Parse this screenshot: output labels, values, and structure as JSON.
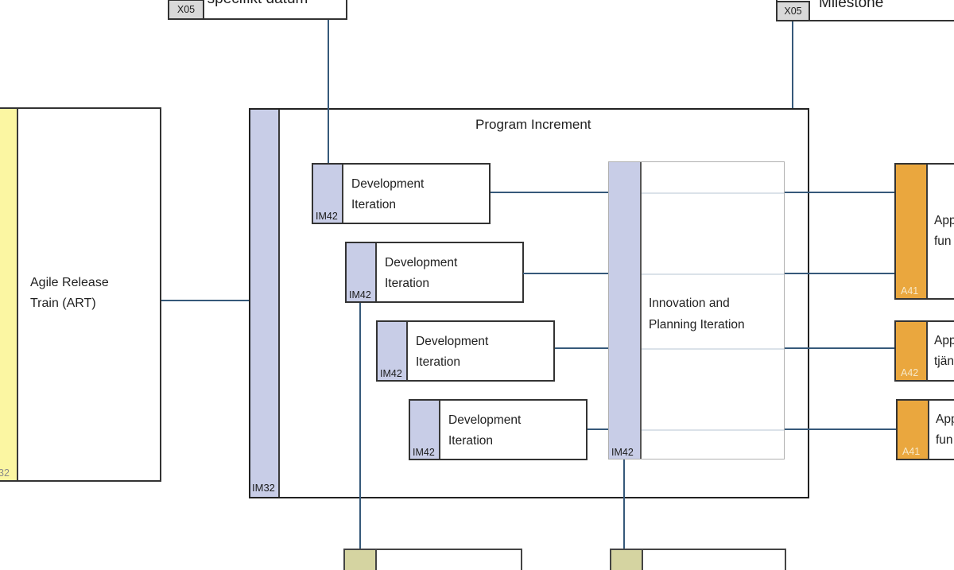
{
  "date_box": {
    "badge": "X05",
    "label": "specifikt datum"
  },
  "milestone_box": {
    "badge": "X05",
    "label": "Milestone"
  },
  "art": {
    "badge_partial": "32",
    "label": "Agile Release Train (ART)"
  },
  "program_increment": {
    "badge": "IM32",
    "title": "Program Increment"
  },
  "dev_iterations": [
    {
      "badge": "IM42",
      "label": "Development Iteration"
    },
    {
      "badge": "IM42",
      "label": "Development Iteration"
    },
    {
      "badge": "IM42",
      "label": "Development Iteration"
    },
    {
      "badge": "IM42",
      "label": "Development Iteration"
    }
  ],
  "ip_iteration": {
    "badge": "IM42",
    "label_line1": "Innovation and",
    "label_line2": "Planning Iteration"
  },
  "app_components": [
    {
      "badge": "A41",
      "line1": "App",
      "line2": "fun"
    },
    {
      "badge": "A42",
      "line1": "App",
      "line2": "tjän"
    },
    {
      "badge": "A41",
      "line1": "App",
      "line2": "fun"
    }
  ],
  "colors": {
    "iteration_bar": "#c8cde7",
    "art_bar": "#fbf6a2",
    "app_bar": "#eaa73e",
    "bottom_bar": "#d5d4a1",
    "tag_bg": "#d9d9d9",
    "connector": "#36597a"
  }
}
